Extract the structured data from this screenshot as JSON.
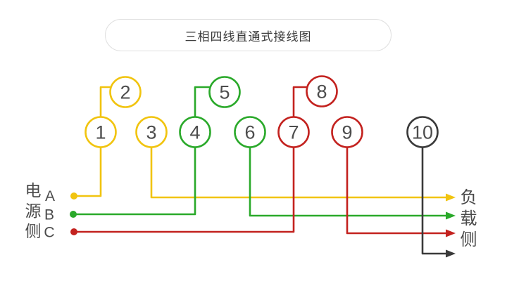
{
  "title": "三相四线直通式接线图",
  "source_side_label": "电源侧",
  "load_side_label": "负载侧",
  "colors": {
    "phase_a": "#f1c40f",
    "phase_b": "#2aa92a",
    "phase_c": "#c3221f",
    "neutral": "#3a3a3a",
    "label_text": "#4a4a4a",
    "terminal_number": "#4d4d4d",
    "title_text": "#3b3b3b",
    "pill_border": "#e0e0e0",
    "background": "#ffffff"
  },
  "phases": [
    {
      "label": "A",
      "color": "#f1c40f"
    },
    {
      "label": "B",
      "color": "#2aa92a"
    },
    {
      "label": "C",
      "color": "#c3221f"
    }
  ],
  "terminals": [
    {
      "label": "1",
      "color": "#f1c40f"
    },
    {
      "label": "2",
      "color": "#f1c40f"
    },
    {
      "label": "3",
      "color": "#f1c40f"
    },
    {
      "label": "4",
      "color": "#2aa92a"
    },
    {
      "label": "5",
      "color": "#2aa92a"
    },
    {
      "label": "6",
      "color": "#2aa92a"
    },
    {
      "label": "7",
      "color": "#c3221f"
    },
    {
      "label": "8",
      "color": "#c3221f"
    },
    {
      "label": "9",
      "color": "#c3221f"
    },
    {
      "label": "10",
      "color": "#3a3a3a"
    }
  ]
}
